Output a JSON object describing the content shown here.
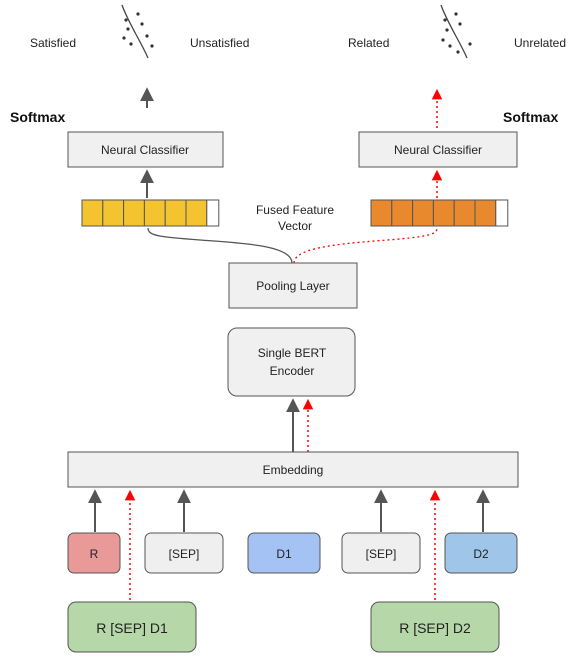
{
  "left_head": {
    "class_a": "Satisfied",
    "class_b": "Unsatisfied",
    "softmax": "Softmax",
    "classifier": "Neural Classifier",
    "vector_color": "#f4c430"
  },
  "right_head": {
    "class_a": "Related",
    "class_b": "Unrelated",
    "softmax": "Softmax",
    "classifier": "Neural Classifier",
    "vector_color": "#e8892e"
  },
  "fused_label_line1": "Fused Feature",
  "fused_label_line2": "Vector",
  "pooling": "Pooling Layer",
  "encoder_line1": "Single BERT",
  "encoder_line2": "Encoder",
  "embedding": "Embedding",
  "tokens": [
    {
      "label": "R",
      "color": "#ea9999"
    },
    {
      "label": "[SEP]",
      "color": "#efefef"
    },
    {
      "label": "D1",
      "color": "#a4c2f4"
    },
    {
      "label": "[SEP]",
      "color": "#efefef"
    },
    {
      "label": "D2",
      "color": "#9fc5e8"
    }
  ],
  "inputs": [
    {
      "label": "R [SEP] D1",
      "color": "#b6d7a8"
    },
    {
      "label": "R [SEP] D2",
      "color": "#b6d7a8"
    }
  ],
  "colors": {
    "gray_arrow": "#555555",
    "red_arrow": "#ff0000",
    "box_fill": "#f0f0f0",
    "box_stroke": "#555555"
  }
}
